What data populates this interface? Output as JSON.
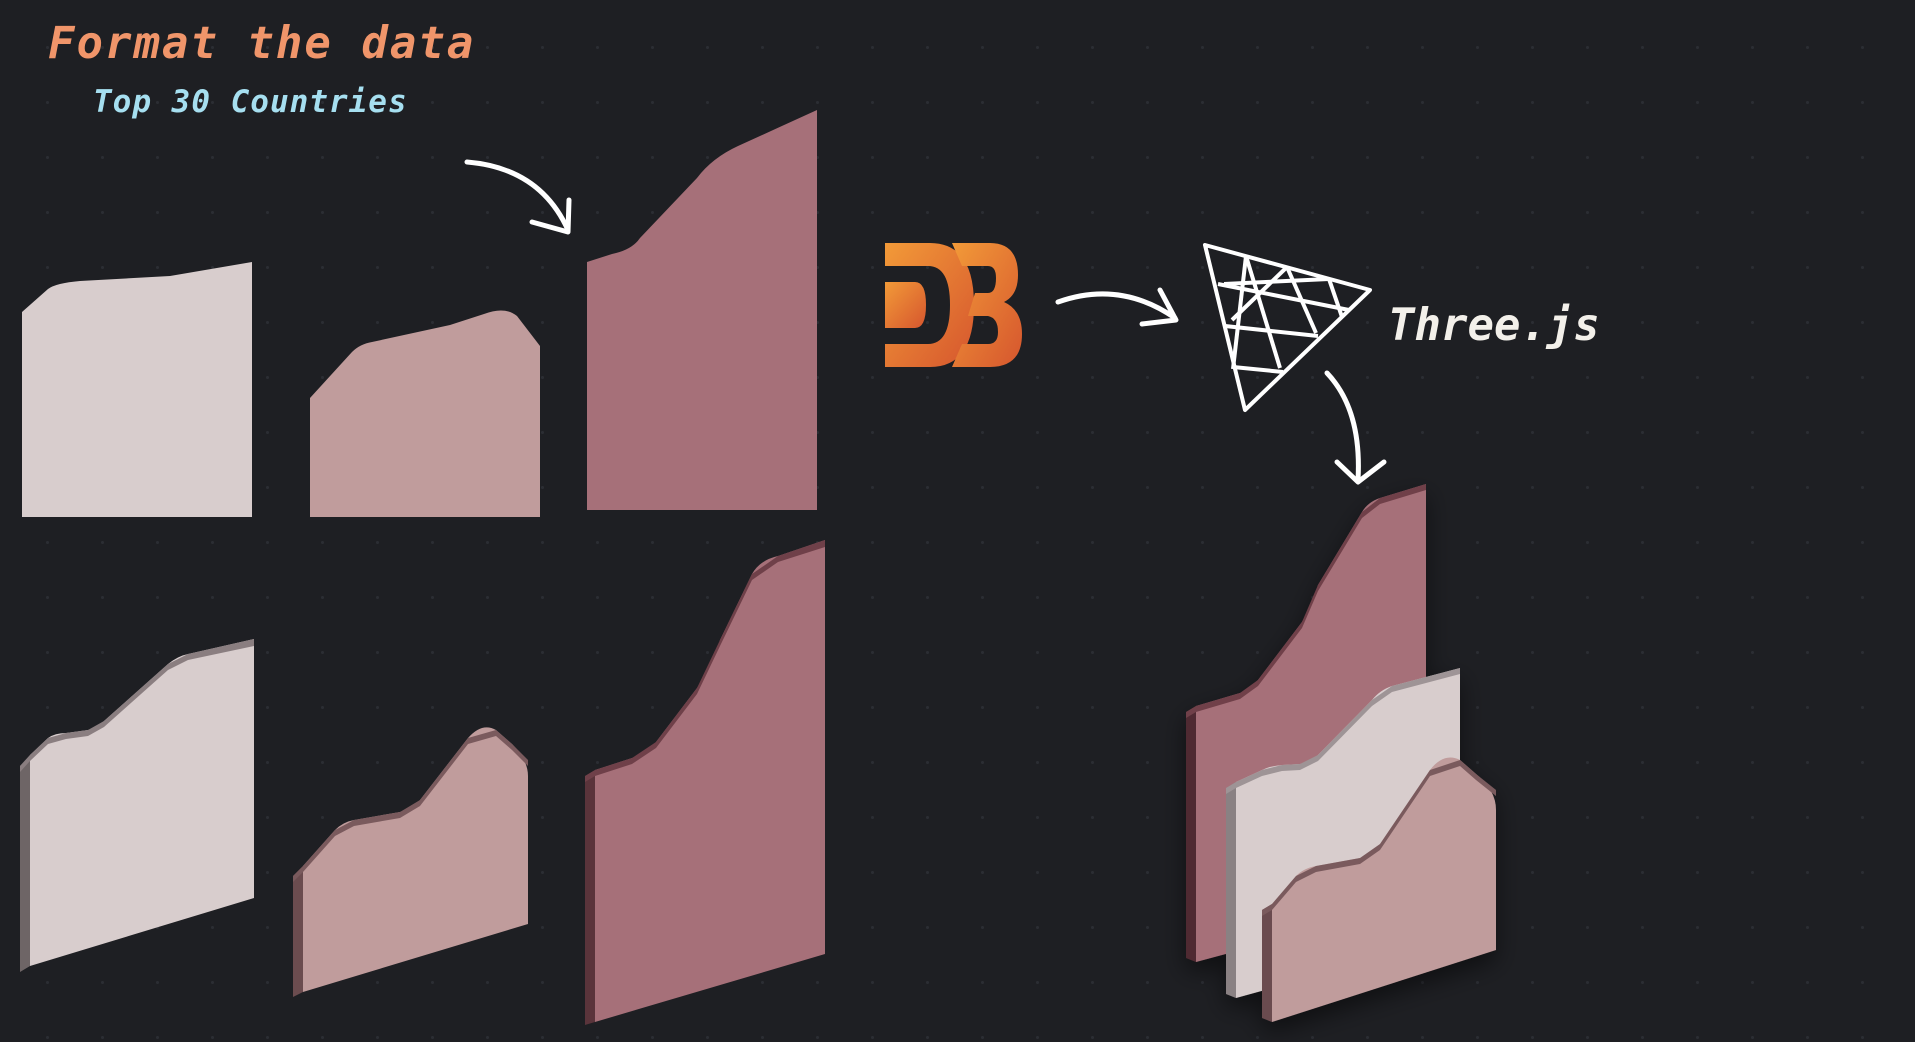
{
  "heading": {
    "title": "Format the data",
    "subtitle": "Top 30 Countries"
  },
  "pipeline": {
    "library_from_mark": "D3",
    "library_to_label": "Three.js"
  },
  "colors": {
    "background": "#1e1f23",
    "title": "#f0956a",
    "subtitle": "#a6dff0",
    "three_label": "#f3f0ea",
    "arrow": "#ffffff",
    "shape_light": "#d8cdcd",
    "shape_mid": "#c09c9c",
    "shape_dark": "#a67079",
    "d3_orange": "#ee7d2b",
    "d3_red": "#d9562d"
  },
  "icons": [
    "d3-logo-icon",
    "threejs-logo-icon",
    "curved-arrow-icon"
  ]
}
